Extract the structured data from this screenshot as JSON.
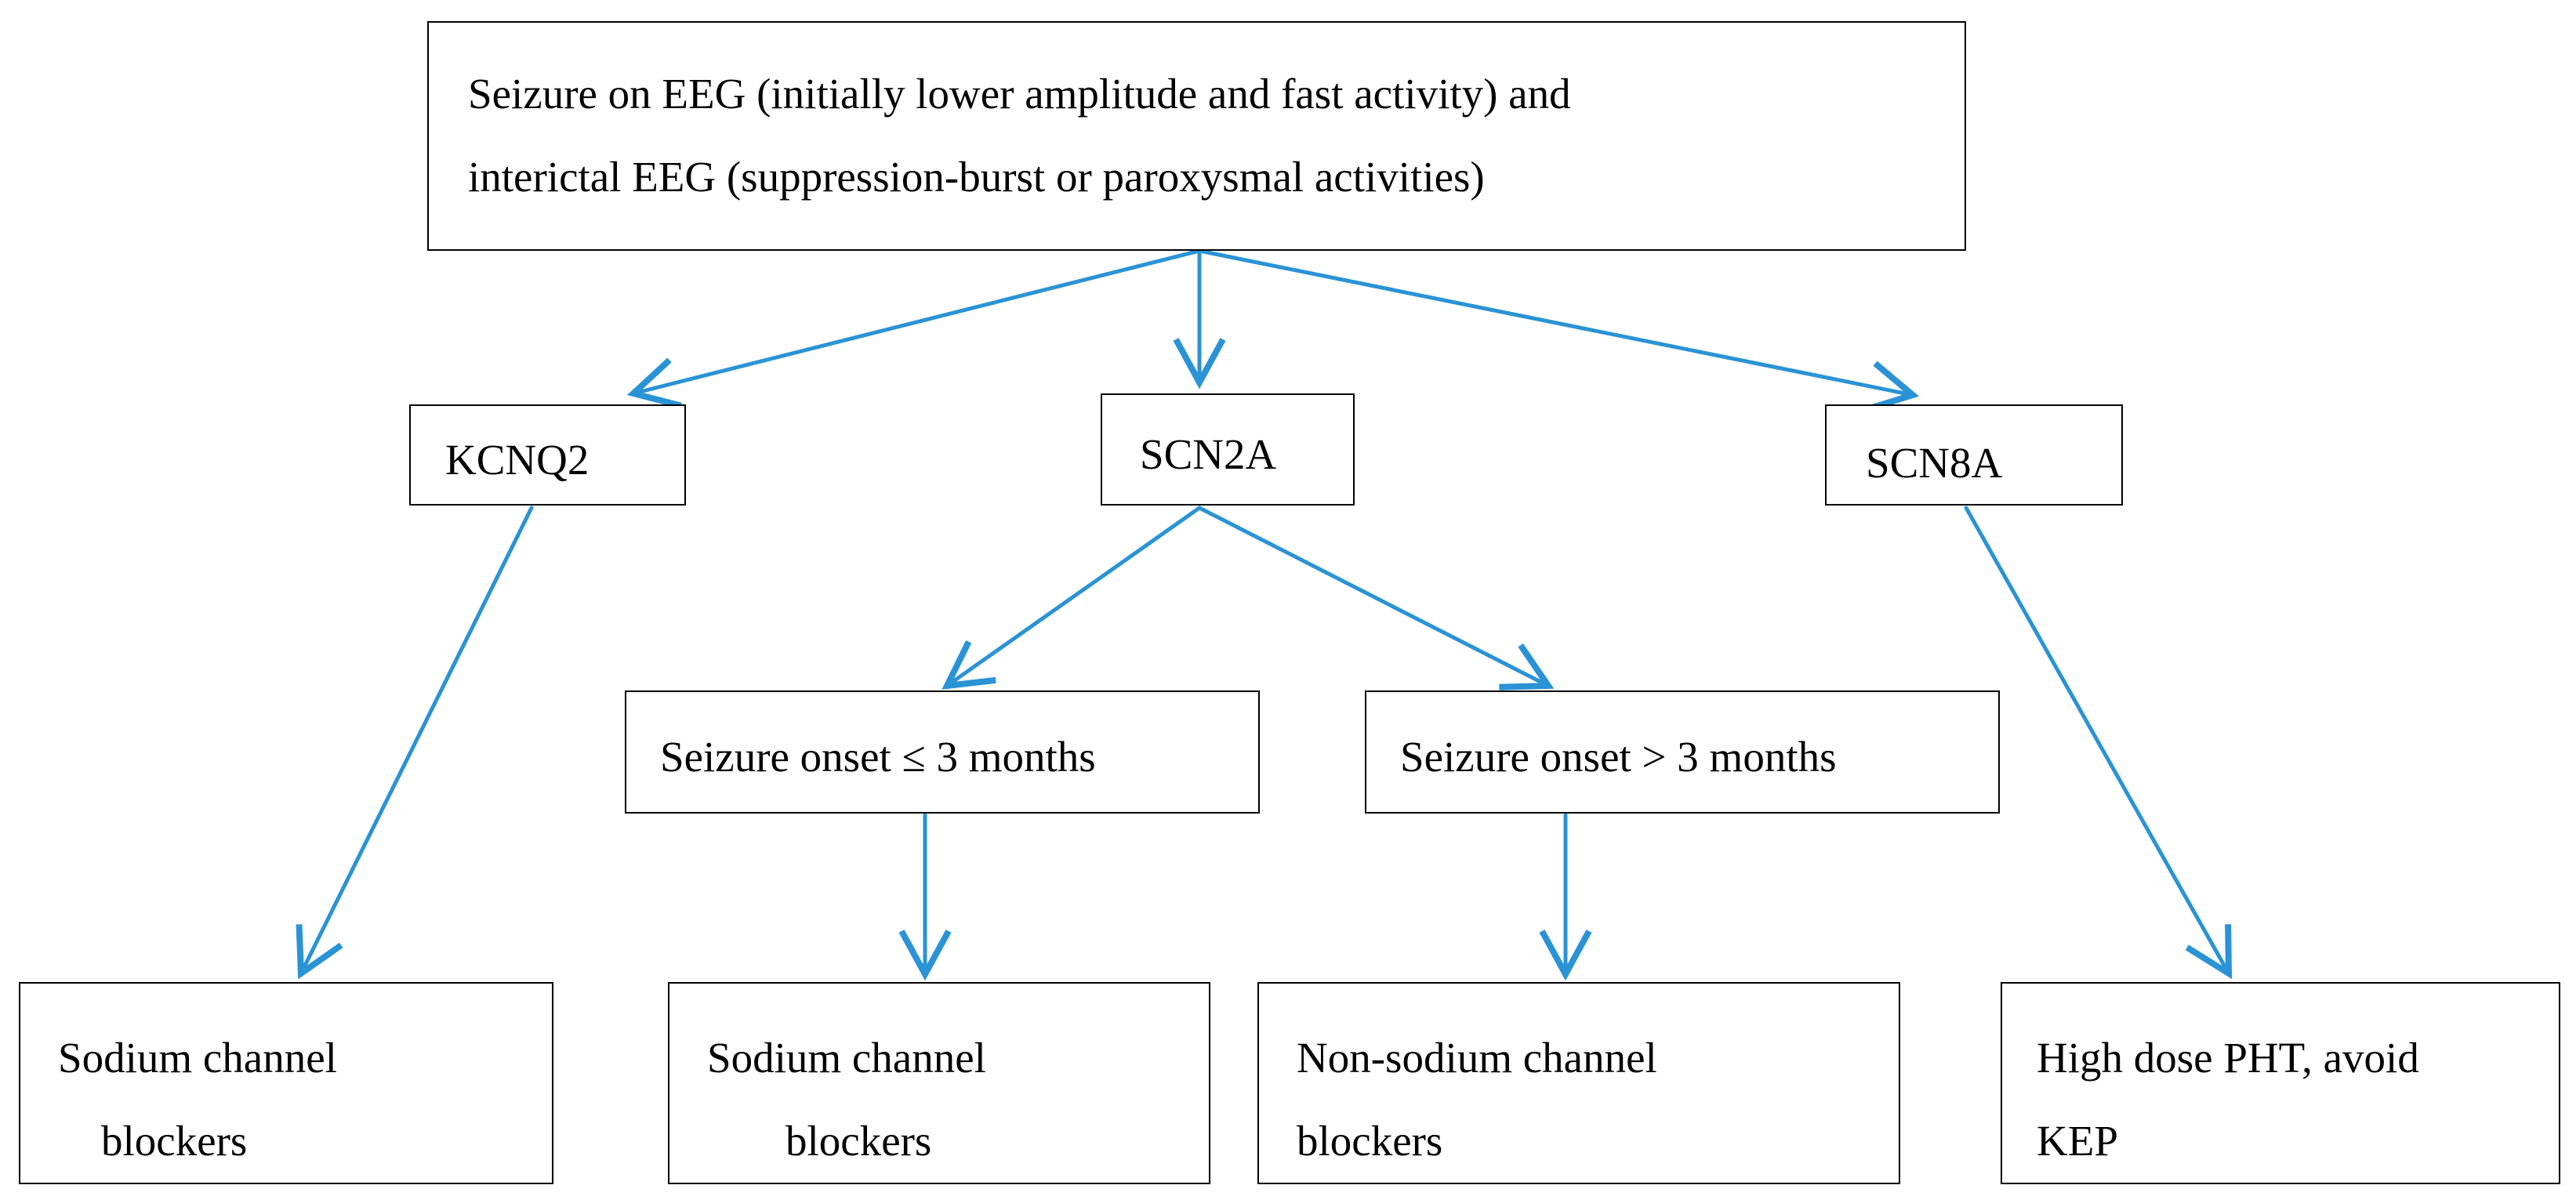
{
  "colors": {
    "arrow": "#2a93d5",
    "border": "#000000",
    "text": "#000000",
    "background": "#ffffff"
  },
  "nodes": {
    "root": {
      "line1": "Seizure on EEG (initially lower amplitude and fast activity) and",
      "line2": "interictal EEG (suppression-burst or paroxysmal activities)"
    },
    "kcnq2": "KCNQ2",
    "scn2a": "SCN2A",
    "scn8a": "SCN8A",
    "onset_early": "Seizure onset ≤ 3 months",
    "onset_late": "Seizure onset > 3 months",
    "kcnq2_treatment": {
      "line1": "Sodium channel",
      "line2": "blockers"
    },
    "scn2a_early_treatment": {
      "line1": "Sodium channel",
      "line2": "blockers"
    },
    "scn2a_late_treatment": {
      "line1": "Non-sodium channel",
      "line2": "blockers"
    },
    "scn8a_treatment": {
      "line1": "High dose PHT, avoid",
      "line2": "KEP"
    }
  },
  "edges": [
    {
      "from": "root",
      "to": "kcnq2"
    },
    {
      "from": "root",
      "to": "scn2a"
    },
    {
      "from": "root",
      "to": "scn8a"
    },
    {
      "from": "kcnq2",
      "to": "kcnq2_treatment"
    },
    {
      "from": "scn2a",
      "to": "onset_early"
    },
    {
      "from": "scn2a",
      "to": "onset_late"
    },
    {
      "from": "onset_early",
      "to": "scn2a_early_treatment"
    },
    {
      "from": "onset_late",
      "to": "scn2a_late_treatment"
    },
    {
      "from": "scn8a",
      "to": "scn8a_treatment"
    }
  ]
}
